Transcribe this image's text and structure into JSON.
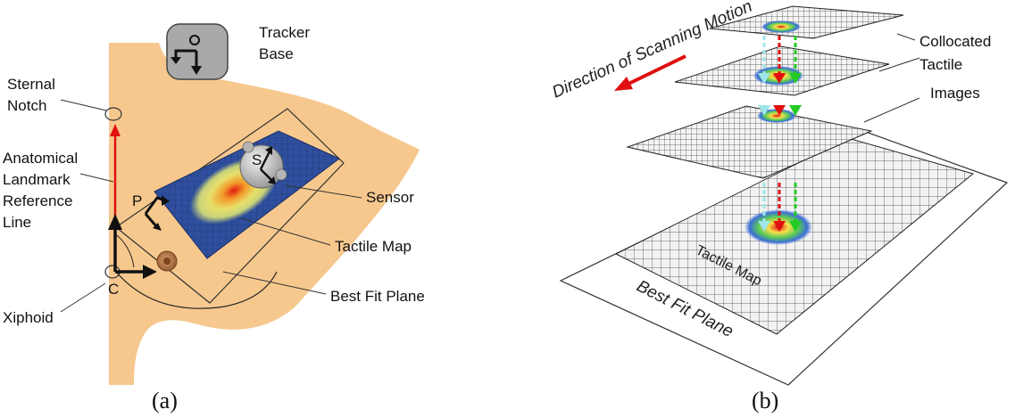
{
  "panel_a": {
    "caption": "(a)",
    "labels": {
      "tracker_base_1": "Tracker",
      "tracker_base_2": "Base",
      "sternal_notch_1": "Sternal",
      "sternal_notch_2": "Notch",
      "anatomical_1": "Anatomical",
      "anatomical_2": "Landmark",
      "anatomical_3": "Reference",
      "anatomical_4": "Line",
      "sensor": "Sensor",
      "tactile_map": "Tactile Map",
      "best_fit_plane": "Best Fit Plane",
      "xiphoid": "Xiphoid",
      "frame_p": "P",
      "frame_c": "C",
      "frame_s": "S"
    },
    "colors": {
      "skin": "#f6c88e",
      "tactile_grid": "#2f4fa0",
      "reference_line": "#e01010",
      "nipple": "#b87a4a",
      "tracker_box": "#a9a9a9"
    }
  },
  "panel_b": {
    "caption": "(b)",
    "labels": {
      "direction": "Direction of Scanning Motion",
      "collocated_1": "Collocated",
      "collocated_2": "Tactile",
      "collocated_3": "Images",
      "tactile_map": "Tactile Map",
      "best_fit_plane": "Best Fit Plane"
    },
    "colors": {
      "grid_line": "#333333",
      "direction_arrow": "#e01010",
      "arrow_red": "#e01010",
      "arrow_green": "#22cc22",
      "arrow_cyan": "#9fe6ea"
    }
  }
}
